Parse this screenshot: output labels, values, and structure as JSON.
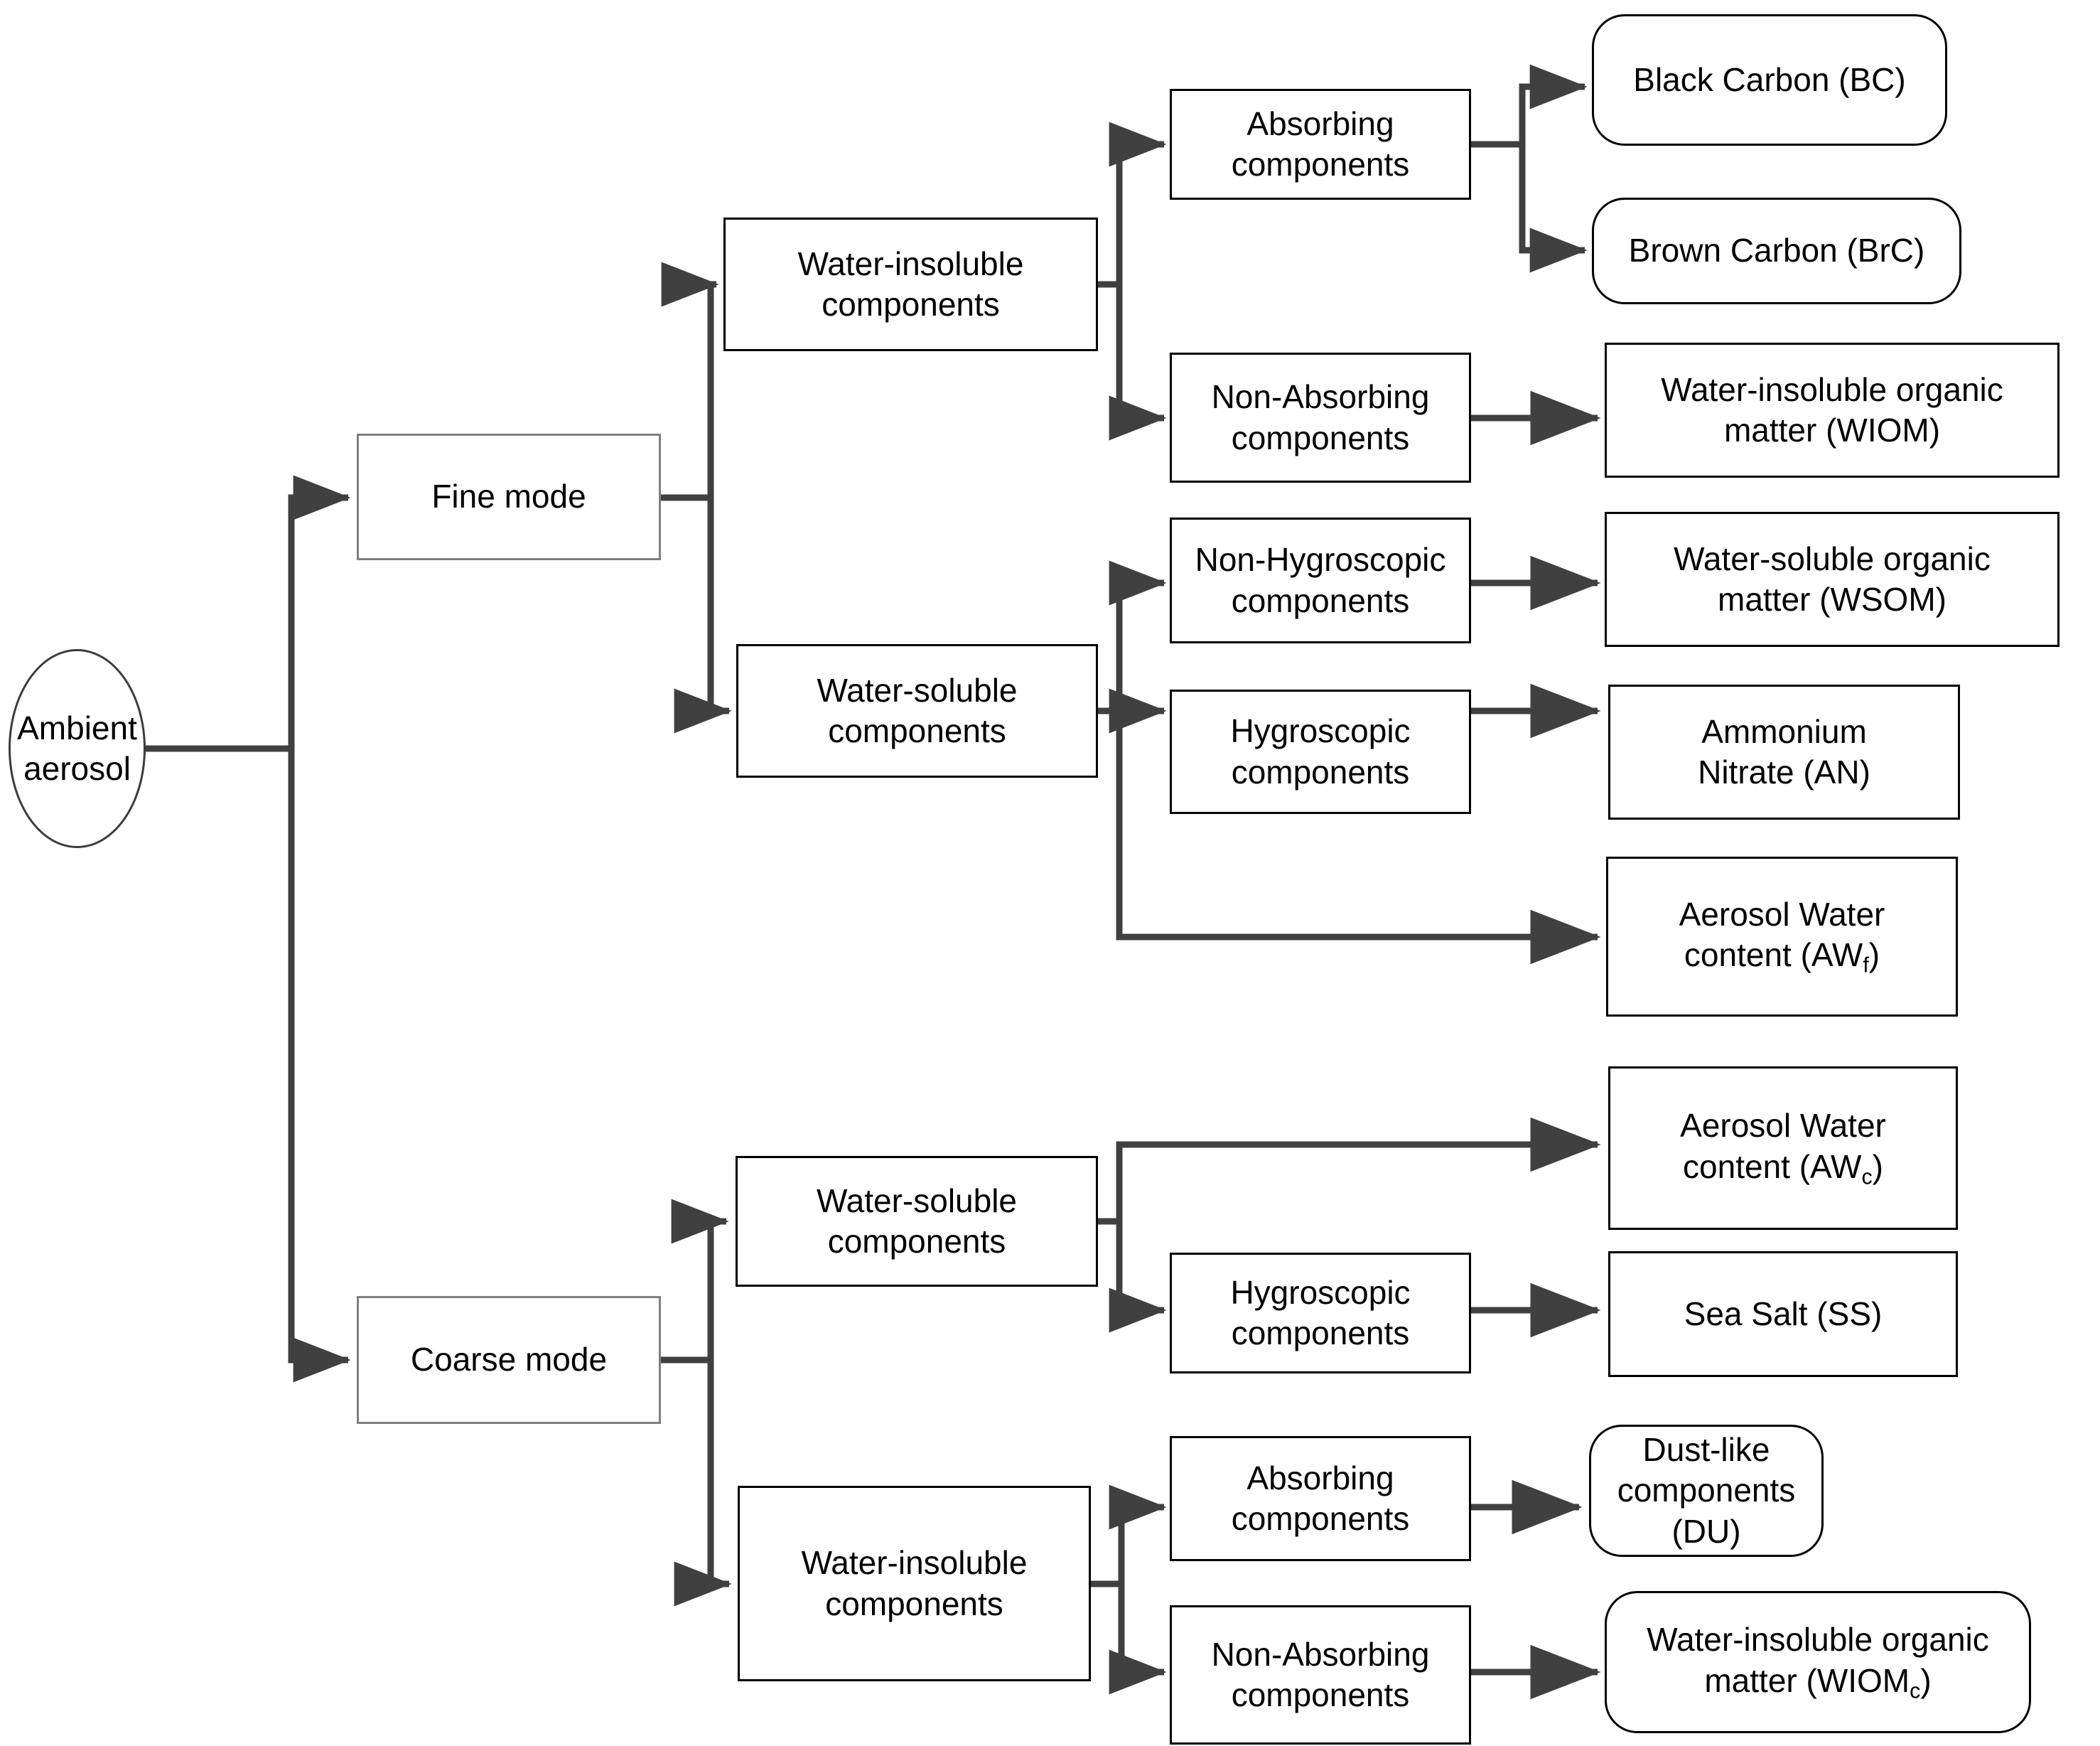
{
  "diagram": {
    "title": "Ambient aerosol component classification",
    "type": "hierarchical-tree-flowchart",
    "colors": {
      "line": "#404040",
      "box_border": "#000000",
      "mode_box_border": "#7f7f7f",
      "circle_border": "#3c3c3c",
      "background": "#ffffff",
      "text": "#000000"
    },
    "root": {
      "label": "Ambient\naerosol",
      "shape": "circle"
    },
    "levels": [
      {
        "name": "mode",
        "shape": "rectangle-gray"
      },
      {
        "name": "solubility",
        "shape": "rectangle"
      },
      {
        "name": "optical-hygroscopic",
        "shape": "rectangle"
      },
      {
        "name": "species",
        "shape": "rectangle / rounded-rectangle"
      }
    ]
  },
  "nodes": {
    "root": {
      "line1": "Ambient",
      "line2": "aerosol"
    },
    "fine_mode": {
      "label": "Fine mode"
    },
    "coarse_mode": {
      "label": "Coarse mode"
    },
    "fine_water_insoluble": {
      "line1": "Water-insoluble",
      "line2": "components"
    },
    "fine_water_soluble": {
      "line1": "Water-soluble",
      "line2": "components"
    },
    "coarse_water_soluble": {
      "line1": "Water-soluble",
      "line2": "components"
    },
    "coarse_water_insoluble": {
      "line1": "Water-insoluble",
      "line2": "components"
    },
    "fine_absorbing": {
      "line1": "Absorbing",
      "line2": "components"
    },
    "fine_non_absorbing": {
      "line1": "Non-Absorbing",
      "line2": "components"
    },
    "fine_non_hygroscopic": {
      "line1": "Non-Hygroscopic",
      "line2": "components"
    },
    "fine_hygroscopic": {
      "line1": "Hygroscopic",
      "line2": "components"
    },
    "coarse_hygroscopic": {
      "line1": "Hygroscopic",
      "line2": "components"
    },
    "coarse_absorbing": {
      "line1": "Absorbing",
      "line2": "components"
    },
    "coarse_non_absorbing": {
      "line1": "Non-Absorbing",
      "line2": "components"
    },
    "black_carbon": {
      "label": "Black Carbon (BC)"
    },
    "brown_carbon": {
      "label": "Brown Carbon (BrC)"
    },
    "wiom_fine": {
      "line1": "Water-insoluble organic",
      "line2": "matter (WIOM)"
    },
    "wsom": {
      "line1": "Water-soluble organic",
      "line2": "matter (WSOM)"
    },
    "ammonium_nitrate": {
      "line1": "Ammonium",
      "line2": "Nitrate (AN)"
    },
    "aerosol_water_fine": {
      "line1": "Aerosol Water",
      "line2_pre": "content (AW",
      "line2_sub": "f",
      "line2_post": ")"
    },
    "aerosol_water_coarse": {
      "line1": "Aerosol Water",
      "line2_pre": "content (AW",
      "line2_sub": "c",
      "line2_post": ")"
    },
    "sea_salt": {
      "label": "Sea Salt (SS)"
    },
    "dust_like": {
      "line1": "Dust-like",
      "line2": "components (DU)"
    },
    "wiom_coarse": {
      "line1": "Water-insoluble organic",
      "line2_pre": "matter (WIOM",
      "line2_sub": "c",
      "line2_post": ")"
    }
  },
  "edges": [
    {
      "from": "root",
      "to": "fine_mode"
    },
    {
      "from": "root",
      "to": "coarse_mode"
    },
    {
      "from": "fine_mode",
      "to": "fine_water_insoluble"
    },
    {
      "from": "fine_mode",
      "to": "fine_water_soluble"
    },
    {
      "from": "fine_water_insoluble",
      "to": "fine_absorbing"
    },
    {
      "from": "fine_water_insoluble",
      "to": "fine_non_absorbing"
    },
    {
      "from": "fine_absorbing",
      "to": "black_carbon"
    },
    {
      "from": "fine_absorbing",
      "to": "brown_carbon"
    },
    {
      "from": "fine_non_absorbing",
      "to": "wiom_fine"
    },
    {
      "from": "fine_water_soluble",
      "to": "fine_non_hygroscopic"
    },
    {
      "from": "fine_water_soluble",
      "to": "fine_hygroscopic"
    },
    {
      "from": "fine_water_soluble",
      "to": "aerosol_water_fine"
    },
    {
      "from": "fine_non_hygroscopic",
      "to": "wsom"
    },
    {
      "from": "fine_hygroscopic",
      "to": "ammonium_nitrate"
    },
    {
      "from": "coarse_mode",
      "to": "coarse_water_soluble"
    },
    {
      "from": "coarse_mode",
      "to": "coarse_water_insoluble"
    },
    {
      "from": "coarse_water_soluble",
      "to": "aerosol_water_coarse"
    },
    {
      "from": "coarse_water_soluble",
      "to": "coarse_hygroscopic"
    },
    {
      "from": "coarse_hygroscopic",
      "to": "sea_salt"
    },
    {
      "from": "coarse_water_insoluble",
      "to": "coarse_absorbing"
    },
    {
      "from": "coarse_water_insoluble",
      "to": "coarse_non_absorbing"
    },
    {
      "from": "coarse_absorbing",
      "to": "dust_like"
    },
    {
      "from": "coarse_non_absorbing",
      "to": "wiom_coarse"
    }
  ]
}
